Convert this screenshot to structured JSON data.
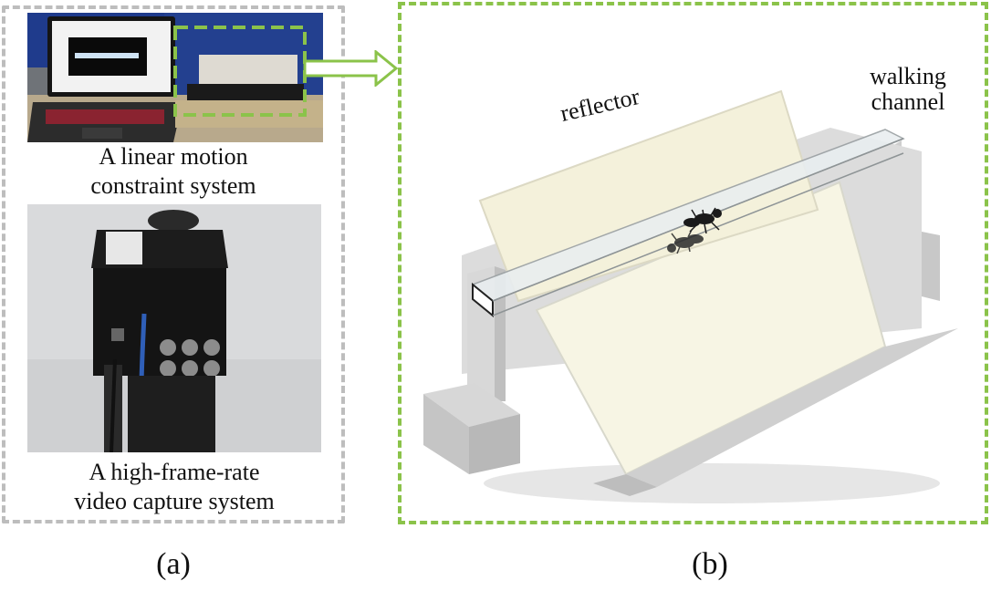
{
  "panel_a": {
    "label": "(a)",
    "top_caption_line1": "A linear motion",
    "top_caption_line2": "constraint system",
    "bottom_caption_line1": "A high-frame-rate",
    "bottom_caption_line2": "video capture system"
  },
  "panel_b": {
    "label": "(b)",
    "reflector_label": "reflector",
    "walking_channel_line1": "walking",
    "walking_channel_line2": "channel"
  },
  "colors": {
    "green_dash": "#8bc34a",
    "grey_dash": "#bdbdbd"
  }
}
